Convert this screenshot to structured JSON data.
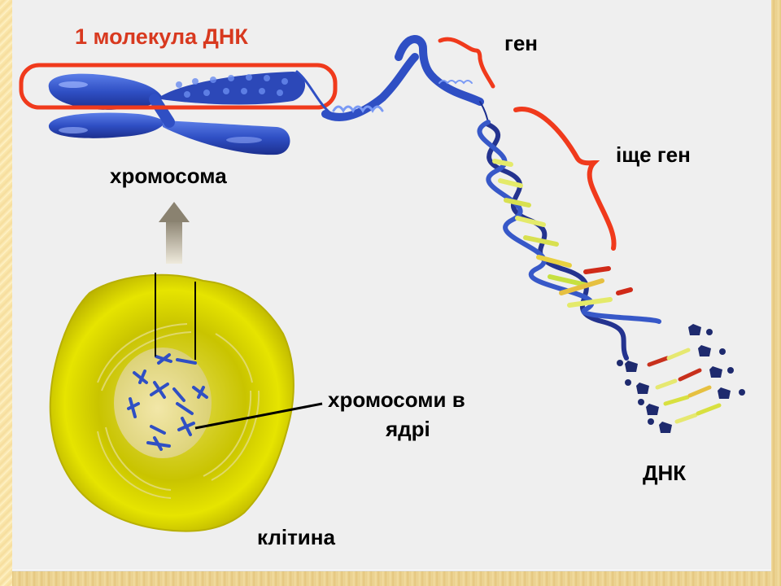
{
  "slide": {
    "title_label": "1 молекула ДНК",
    "labels": {
      "chromosome": "хромосома",
      "gene": "ген",
      "another_gene": "іще ген",
      "chromosomes_in_nucleus_line1": "хромосоми в",
      "chromosomes_in_nucleus_line2": "ядрі",
      "cell": "клітина",
      "dna": "ДНК"
    },
    "colors": {
      "highlight_red": "#f03a1c",
      "title_red": "#d8391f",
      "chromosome_blue": "#2f4fc4",
      "cell_yellow": "#d6d400",
      "background": "#efefef",
      "frame_gold": "#e9cf8c"
    }
  }
}
